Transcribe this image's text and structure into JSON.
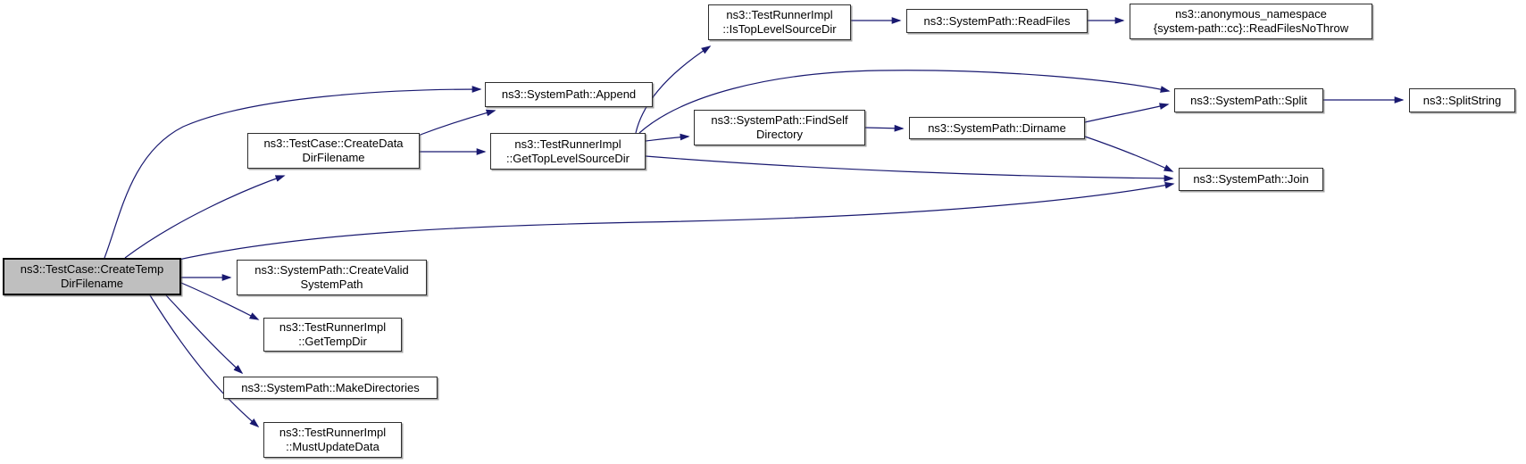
{
  "diagram": {
    "type": "call-graph",
    "nodes": [
      {
        "id": "test-case-create-temp-dir-filename",
        "label": "ns3::TestCase::CreateTemp\nDirFilename",
        "highlighted": true
      },
      {
        "id": "test-case-create-data-dir-filename",
        "label": "ns3::TestCase::CreateData\nDirFilename",
        "highlighted": false
      },
      {
        "id": "system-path-append",
        "label": "ns3::SystemPath::Append",
        "highlighted": false
      },
      {
        "id": "test-runner-impl-get-top-level-source-dir",
        "label": "ns3::TestRunnerImpl\n::GetTopLevelSourceDir",
        "highlighted": false
      },
      {
        "id": "test-runner-impl-is-top-level-source-dir",
        "label": "ns3::TestRunnerImpl\n::IsTopLevelSourceDir",
        "highlighted": false
      },
      {
        "id": "system-path-read-files",
        "label": "ns3::SystemPath::ReadFiles",
        "highlighted": false
      },
      {
        "id": "anonymous-namespace-read-files-no-throw",
        "label": "ns3::anonymous_namespace\n{system-path::cc}::ReadFilesNoThrow",
        "highlighted": false
      },
      {
        "id": "system-path-find-self-directory",
        "label": "ns3::SystemPath::FindSelf\nDirectory",
        "highlighted": false
      },
      {
        "id": "system-path-dirname",
        "label": "ns3::SystemPath::Dirname",
        "highlighted": false
      },
      {
        "id": "system-path-split",
        "label": "ns3::SystemPath::Split",
        "highlighted": false
      },
      {
        "id": "split-string",
        "label": "ns3::SplitString",
        "highlighted": false
      },
      {
        "id": "system-path-join",
        "label": "ns3::SystemPath::Join",
        "highlighted": false
      },
      {
        "id": "system-path-create-valid-system-path",
        "label": "ns3::SystemPath::CreateValid\nSystemPath",
        "highlighted": false
      },
      {
        "id": "test-runner-impl-get-temp-dir",
        "label": "ns3::TestRunnerImpl\n::GetTempDir",
        "highlighted": false
      },
      {
        "id": "system-path-make-directories",
        "label": "ns3::SystemPath::MakeDirectories",
        "highlighted": false
      },
      {
        "id": "test-runner-impl-must-update-data",
        "label": "ns3::TestRunnerImpl\n::MustUpdateData",
        "highlighted": false
      }
    ],
    "edges": [
      {
        "from": "test-case-create-temp-dir-filename",
        "to": "system-path-append"
      },
      {
        "from": "test-case-create-temp-dir-filename",
        "to": "test-case-create-data-dir-filename"
      },
      {
        "from": "test-case-create-temp-dir-filename",
        "to": "system-path-join"
      },
      {
        "from": "test-case-create-temp-dir-filename",
        "to": "system-path-create-valid-system-path"
      },
      {
        "from": "test-case-create-temp-dir-filename",
        "to": "test-runner-impl-get-temp-dir"
      },
      {
        "from": "test-case-create-temp-dir-filename",
        "to": "system-path-make-directories"
      },
      {
        "from": "test-case-create-temp-dir-filename",
        "to": "test-runner-impl-must-update-data"
      },
      {
        "from": "test-case-create-data-dir-filename",
        "to": "test-runner-impl-get-top-level-source-dir"
      },
      {
        "from": "test-case-create-data-dir-filename",
        "to": "system-path-append"
      },
      {
        "from": "test-runner-impl-get-top-level-source-dir",
        "to": "test-runner-impl-is-top-level-source-dir"
      },
      {
        "from": "test-runner-impl-get-top-level-source-dir",
        "to": "system-path-split"
      },
      {
        "from": "test-runner-impl-get-top-level-source-dir",
        "to": "system-path-find-self-directory"
      },
      {
        "from": "test-runner-impl-get-top-level-source-dir",
        "to": "system-path-join"
      },
      {
        "from": "test-runner-impl-is-top-level-source-dir",
        "to": "system-path-read-files"
      },
      {
        "from": "system-path-read-files",
        "to": "anonymous-namespace-read-files-no-throw"
      },
      {
        "from": "system-path-find-self-directory",
        "to": "system-path-dirname"
      },
      {
        "from": "system-path-dirname",
        "to": "system-path-split"
      },
      {
        "from": "system-path-dirname",
        "to": "system-path-join"
      },
      {
        "from": "system-path-split",
        "to": "split-string"
      }
    ],
    "colors": {
      "edge": "#191970",
      "node_fill": "#ffffff",
      "node_border": "#2e2e2e",
      "highlight_fill": "#bfbfbf",
      "highlight_border": "#000000",
      "background": "#ffffff",
      "text": "#000000"
    }
  }
}
